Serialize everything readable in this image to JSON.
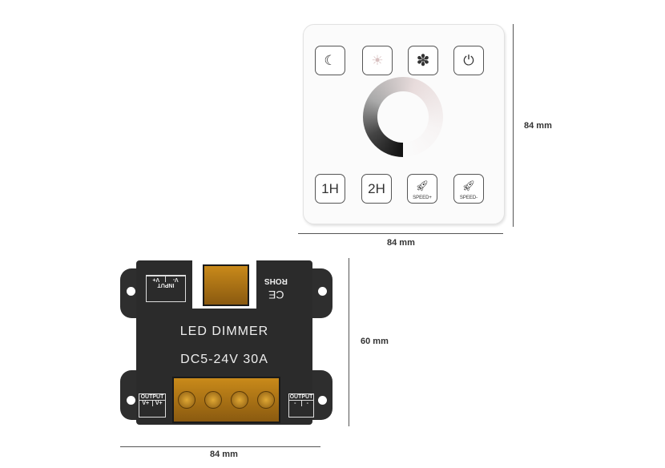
{
  "touch_panel": {
    "top_buttons": [
      {
        "icon": "moon-icon"
      },
      {
        "icon": "sun-icon"
      },
      {
        "icon": "film-reel-icon"
      },
      {
        "icon": "power-icon"
      }
    ],
    "bottom_buttons": [
      {
        "label": "1H"
      },
      {
        "label": "2H"
      },
      {
        "label": "SPEED+",
        "icon": "rocket-icon"
      },
      {
        "label": "SPEED-",
        "icon": "rocket-icon"
      }
    ],
    "height_label": "84 mm",
    "width_label": "84 mm"
  },
  "dimmer": {
    "title": "LED DIMMER",
    "spec": "DC5-24V  30A",
    "input_label": "INPUT",
    "input_pins": [
      "V-",
      "V+"
    ],
    "rohs": "ROHS",
    "ce": "CE",
    "output_left": {
      "label": "OUTPUT",
      "pins": [
        "V+",
        "V+"
      ]
    },
    "output_right": {
      "label": "OUTPUT",
      "pins": [
        "-",
        "-"
      ]
    },
    "height_label": "60 mm",
    "width_label": "84 mm"
  }
}
